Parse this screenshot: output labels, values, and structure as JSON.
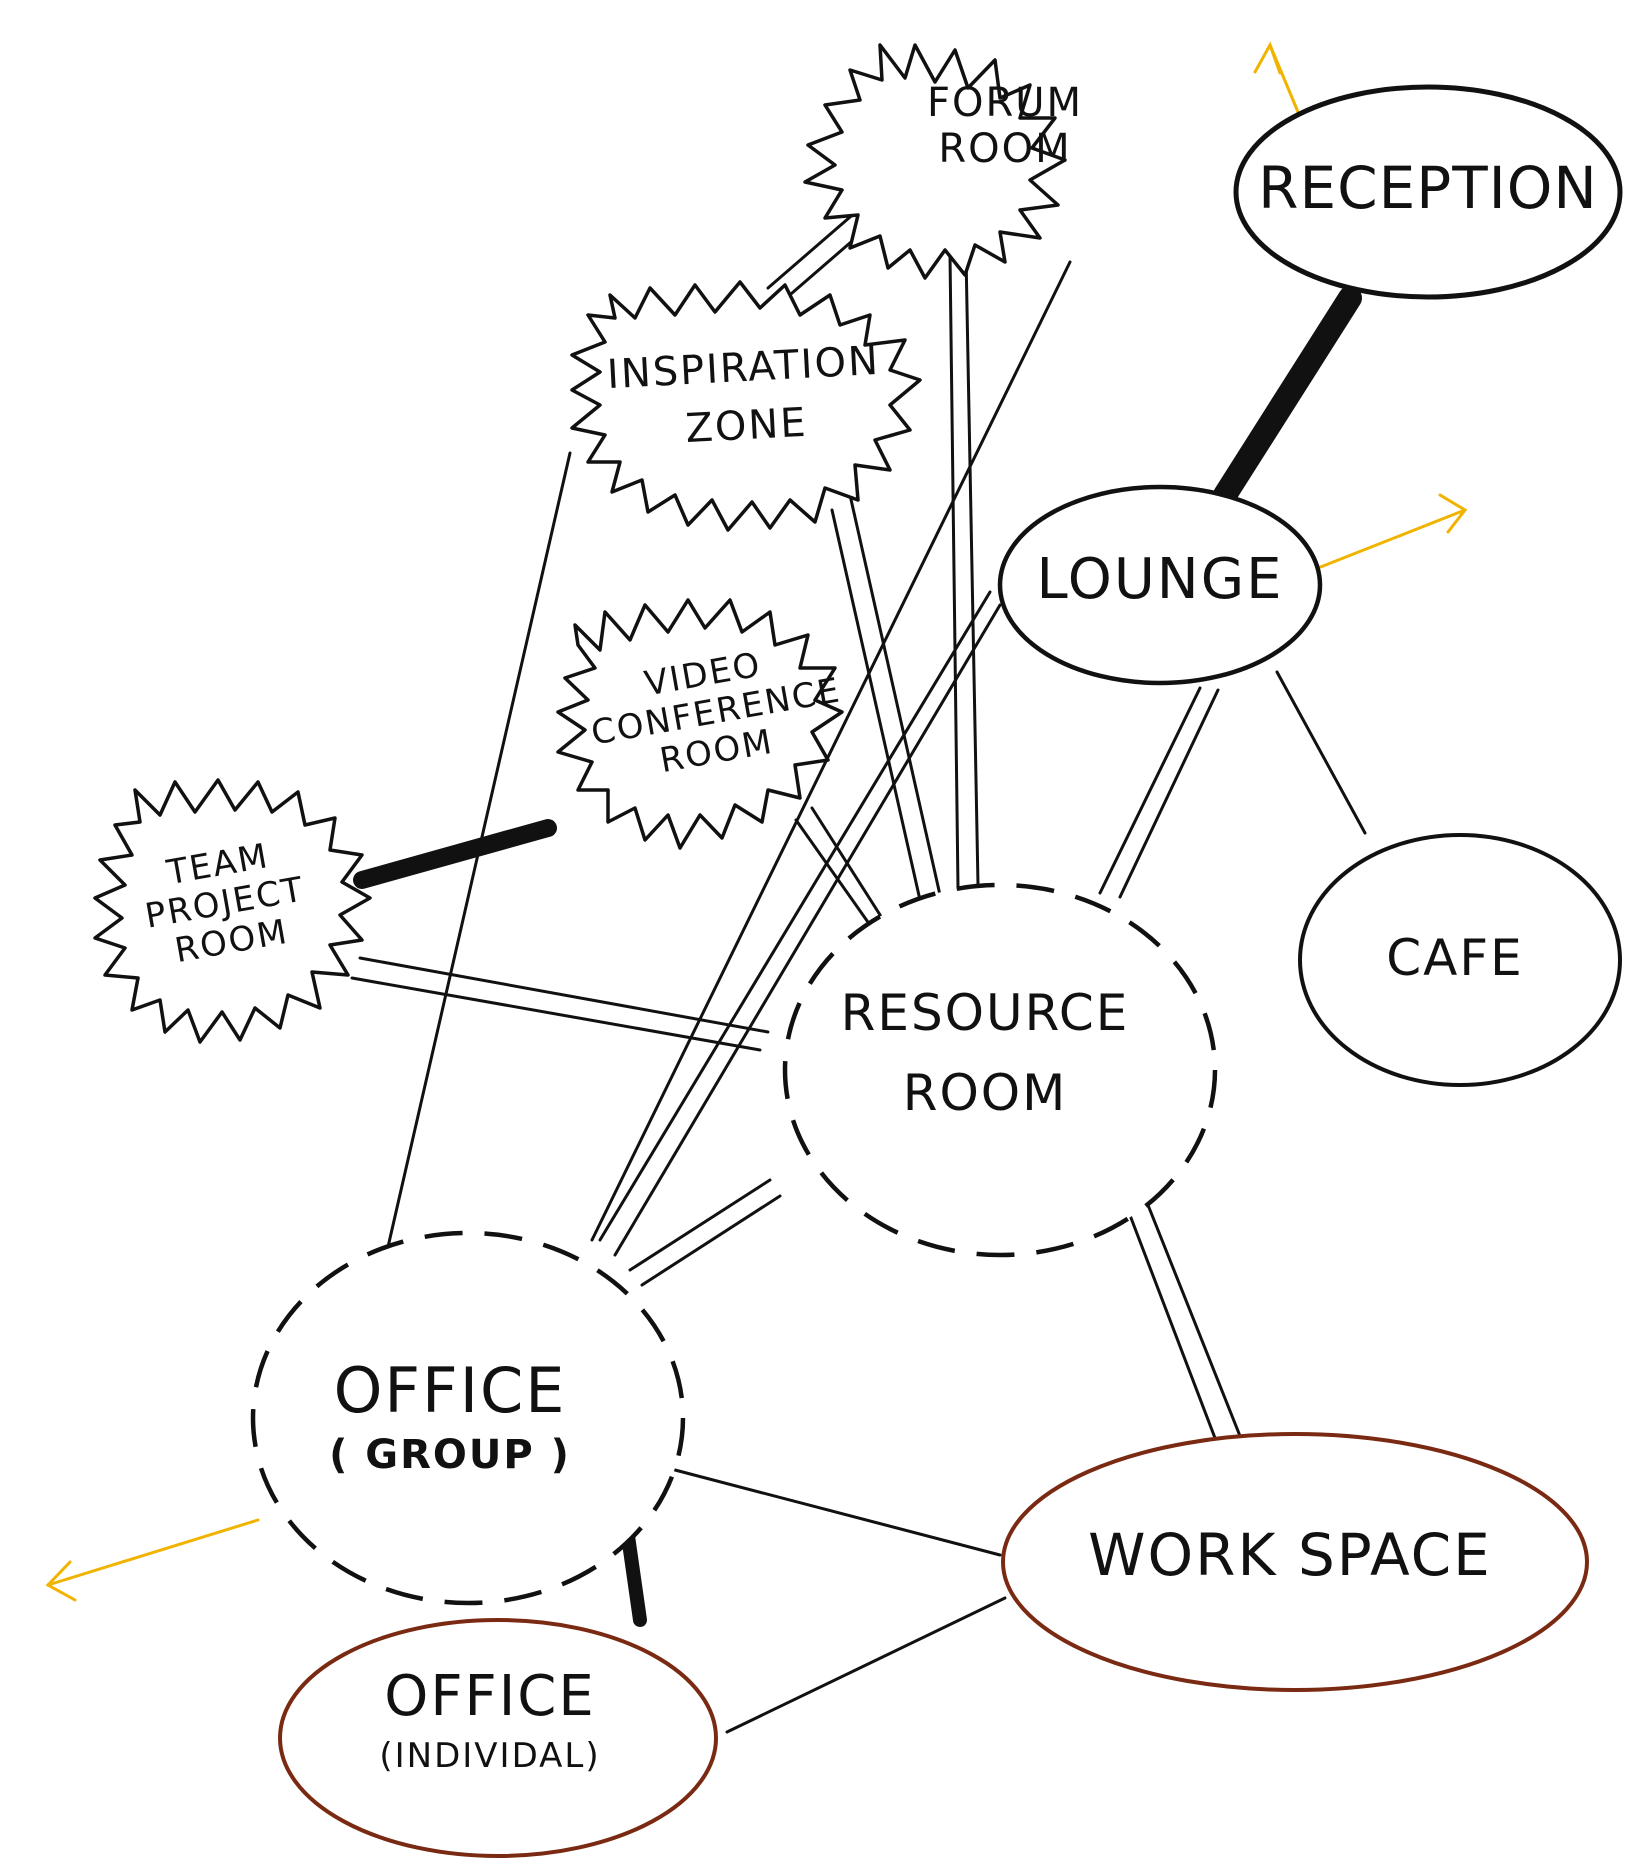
{
  "nodes": {
    "forum_room": {
      "line1": "FORUM",
      "line2": "ROOM"
    },
    "reception": {
      "line1": "RECEPTION"
    },
    "inspiration_zone": {
      "line1": "INSPIRATION",
      "line2": "ZONE"
    },
    "lounge": {
      "line1": "LOUNGE"
    },
    "video_conference": {
      "line1": "VIDEO",
      "line2": "CONFERENCE",
      "line3": "ROOM"
    },
    "team_project": {
      "line1": "TEAM",
      "line2": "PROJECT",
      "line3": "ROOM"
    },
    "cafe": {
      "line1": "CAFE"
    },
    "resource_room": {
      "line1": "RESOURCE",
      "line2": "ROOM"
    },
    "office_group": {
      "line1": "OFFICE",
      "line2": "( GROUP )"
    },
    "work_space": {
      "line1": "WORK SPACE"
    },
    "office_individual": {
      "line1": "OFFICE",
      "line2": "(INDIVIDAL)"
    }
  },
  "colors": {
    "ink": "#111111",
    "arrow": "#f0b400",
    "accent_outline": "#7a2a12"
  }
}
